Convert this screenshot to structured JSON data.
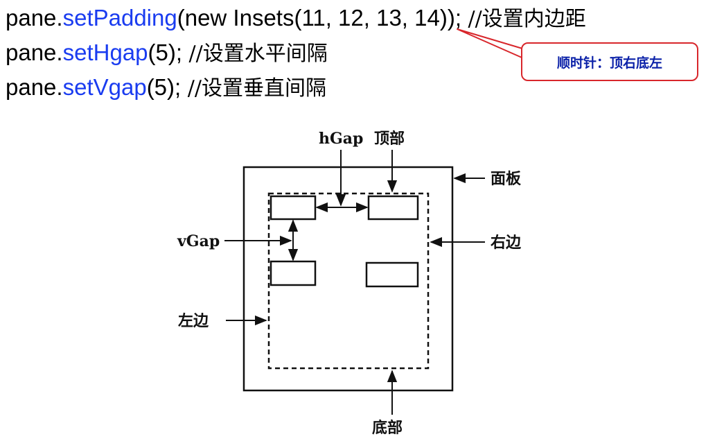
{
  "code_lines": [
    {
      "object": "pane.",
      "method": "setPadding",
      "args": "(new Insets(11, 12, 13, 14));",
      "comment": " //设置内边距"
    },
    {
      "object": "pane.",
      "method": "setHgap",
      "args": "(5);",
      "comment": " //设置水平间隔"
    },
    {
      "object": "pane.",
      "method": "setVgap",
      "args": "(5);",
      "comment": " //设置垂直间隔"
    }
  ],
  "note": {
    "text": "顺时针：顶右底左",
    "border_color": "#d8262b",
    "text_color": "#0a20a8"
  },
  "diagram": {
    "labels": {
      "hgap": "hGap",
      "top": "顶部",
      "panel": "面板",
      "vgap": "vGap",
      "right": "右边",
      "left": "左边",
      "bottom": "底部"
    }
  },
  "colors": {
    "method": "#1a3cf0",
    "text": "#000000",
    "line": "#111111"
  }
}
